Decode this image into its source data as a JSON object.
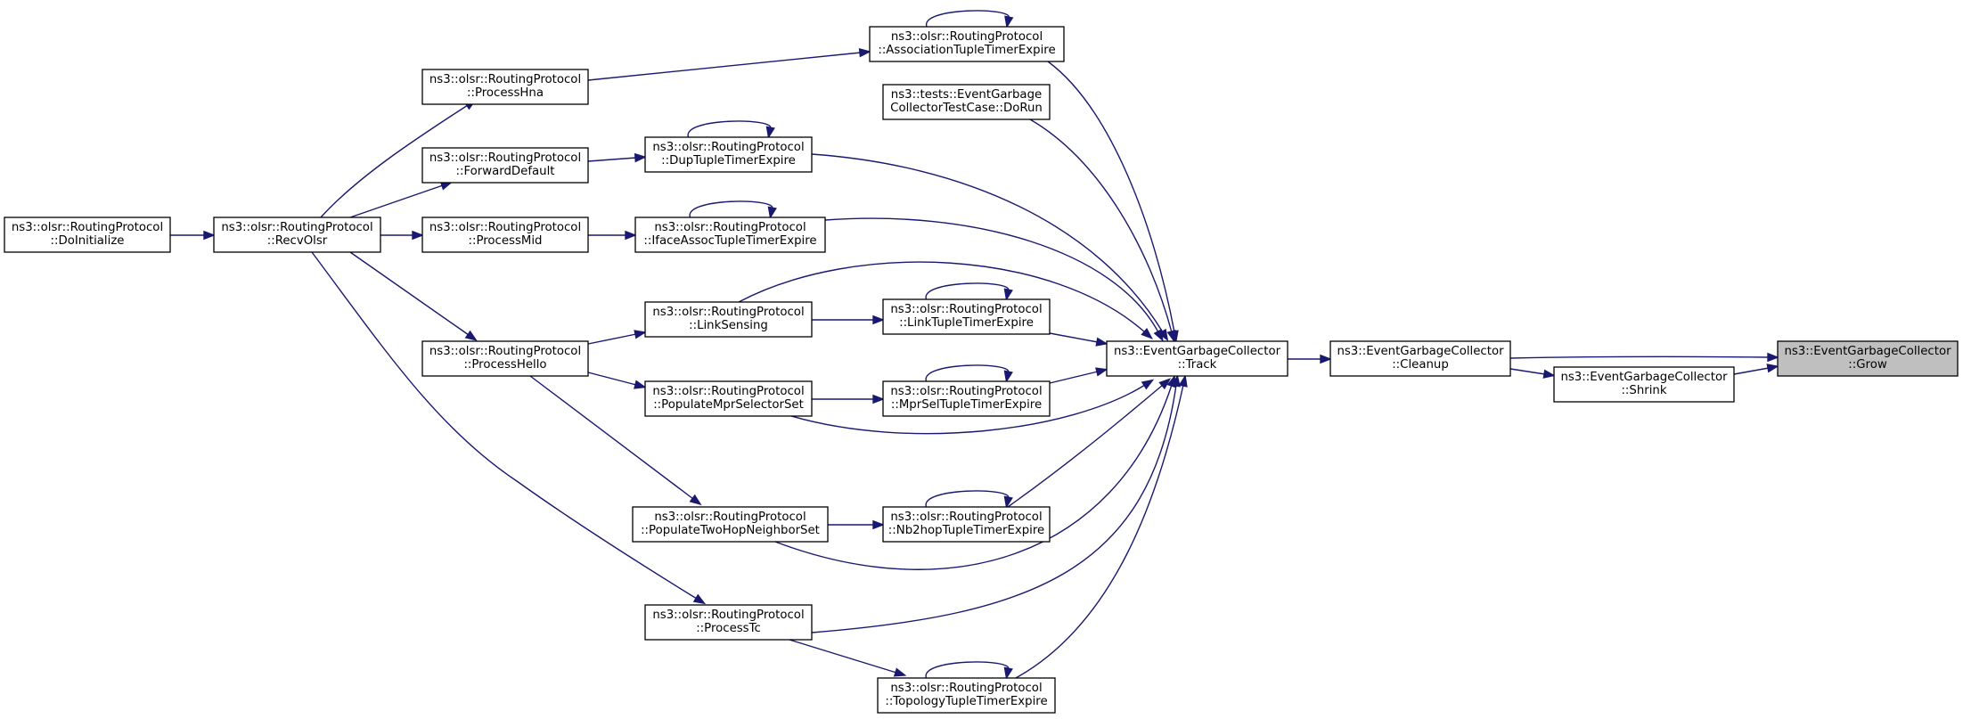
{
  "colors": {
    "edge": "#191970",
    "node_fill": "#ffffff",
    "highlight_fill": "#bfbfbf",
    "node_border": "#000000"
  },
  "nodes": [
    {
      "id": "grow",
      "lines": [
        "ns3::EventGarbageCollector",
        "::Grow"
      ],
      "highlight": true
    },
    {
      "id": "cleanup",
      "lines": [
        "ns3::EventGarbageCollector",
        "::Cleanup"
      ]
    },
    {
      "id": "shrink",
      "lines": [
        "ns3::EventGarbageCollector",
        "::Shrink"
      ]
    },
    {
      "id": "track",
      "lines": [
        "ns3::EventGarbageCollector",
        "::Track"
      ]
    },
    {
      "id": "assoc",
      "lines": [
        "ns3::olsr::RoutingProtocol",
        "::AssociationTupleTimerExpire"
      ]
    },
    {
      "id": "dorun",
      "lines": [
        "ns3::tests::EventGarbage",
        "CollectorTestCase::DoRun"
      ]
    },
    {
      "id": "duptuple",
      "lines": [
        "ns3::olsr::RoutingProtocol",
        "::DupTupleTimerExpire"
      ]
    },
    {
      "id": "iface",
      "lines": [
        "ns3::olsr::RoutingProtocol",
        "::IfaceAssocTupleTimerExpire"
      ]
    },
    {
      "id": "linktuple",
      "lines": [
        "ns3::olsr::RoutingProtocol",
        "::LinkTupleTimerExpire"
      ]
    },
    {
      "id": "mprsel",
      "lines": [
        "ns3::olsr::RoutingProtocol",
        "::MprSelTupleTimerExpire"
      ]
    },
    {
      "id": "nb2hop",
      "lines": [
        "ns3::olsr::RoutingProtocol",
        "::Nb2hopTupleTimerExpire"
      ]
    },
    {
      "id": "topology",
      "lines": [
        "ns3::olsr::RoutingProtocol",
        "::TopologyTupleTimerExpire"
      ]
    },
    {
      "id": "linksensing",
      "lines": [
        "ns3::olsr::RoutingProtocol",
        "::LinkSensing"
      ]
    },
    {
      "id": "popmpr",
      "lines": [
        "ns3::olsr::RoutingProtocol",
        "::PopulateMprSelectorSet"
      ]
    },
    {
      "id": "poptwohop",
      "lines": [
        "ns3::olsr::RoutingProtocol",
        "::PopulateTwoHopNeighborSet"
      ]
    },
    {
      "id": "processtc",
      "lines": [
        "ns3::olsr::RoutingProtocol",
        "::ProcessTc"
      ]
    },
    {
      "id": "processhna",
      "lines": [
        "ns3::olsr::RoutingProtocol",
        "::ProcessHna"
      ]
    },
    {
      "id": "forward",
      "lines": [
        "ns3::olsr::RoutingProtocol",
        "::ForwardDefault"
      ]
    },
    {
      "id": "processmid",
      "lines": [
        "ns3::olsr::RoutingProtocol",
        "::ProcessMid"
      ]
    },
    {
      "id": "processhello",
      "lines": [
        "ns3::olsr::RoutingProtocol",
        "::ProcessHello"
      ]
    },
    {
      "id": "recvolsr",
      "lines": [
        "ns3::olsr::RoutingProtocol",
        "::RecvOlsr"
      ]
    },
    {
      "id": "doinit",
      "lines": [
        "ns3::olsr::RoutingProtocol",
        "::DoInitialize"
      ]
    }
  ],
  "edges": [
    {
      "from": "cleanup",
      "to": "grow"
    },
    {
      "from": "shrink",
      "to": "grow"
    },
    {
      "from": "track",
      "to": "cleanup"
    },
    {
      "from": "cleanup",
      "to": "shrink"
    },
    {
      "from": "assoc",
      "to": "track"
    },
    {
      "from": "dorun",
      "to": "track"
    },
    {
      "from": "duptuple",
      "to": "track"
    },
    {
      "from": "iface",
      "to": "track"
    },
    {
      "from": "linksensing",
      "to": "track"
    },
    {
      "from": "linktuple",
      "to": "track"
    },
    {
      "from": "mprsel",
      "to": "track"
    },
    {
      "from": "popmpr",
      "to": "track"
    },
    {
      "from": "nb2hop",
      "to": "track"
    },
    {
      "from": "poptwohop",
      "to": "track"
    },
    {
      "from": "processtc",
      "to": "track"
    },
    {
      "from": "topology",
      "to": "track"
    },
    {
      "from": "assoc",
      "to": "assoc"
    },
    {
      "from": "duptuple",
      "to": "duptuple"
    },
    {
      "from": "iface",
      "to": "iface"
    },
    {
      "from": "linktuple",
      "to": "linktuple"
    },
    {
      "from": "mprsel",
      "to": "mprsel"
    },
    {
      "from": "nb2hop",
      "to": "nb2hop"
    },
    {
      "from": "topology",
      "to": "topology"
    },
    {
      "from": "processhna",
      "to": "assoc"
    },
    {
      "from": "forward",
      "to": "duptuple"
    },
    {
      "from": "processmid",
      "to": "iface"
    },
    {
      "from": "linksensing",
      "to": "linktuple"
    },
    {
      "from": "popmpr",
      "to": "mprsel"
    },
    {
      "from": "poptwohop",
      "to": "nb2hop"
    },
    {
      "from": "processtc",
      "to": "topology"
    },
    {
      "from": "processhello",
      "to": "linksensing"
    },
    {
      "from": "processhello",
      "to": "popmpr"
    },
    {
      "from": "processhello",
      "to": "poptwohop"
    },
    {
      "from": "recvolsr",
      "to": "processhna"
    },
    {
      "from": "recvolsr",
      "to": "forward"
    },
    {
      "from": "recvolsr",
      "to": "processmid"
    },
    {
      "from": "recvolsr",
      "to": "processhello"
    },
    {
      "from": "recvolsr",
      "to": "processtc"
    },
    {
      "from": "doinit",
      "to": "recvolsr"
    }
  ]
}
